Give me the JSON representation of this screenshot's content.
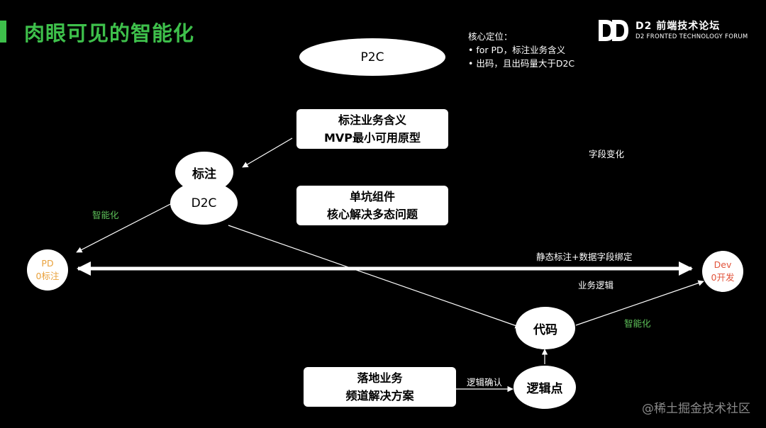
{
  "slide": {
    "title": "肉眼可见的智能化",
    "accent_color": "#3ec04b"
  },
  "logo": {
    "mark": "DD",
    "name": "D2 前端技术论坛",
    "subtitle": "D2 FRONTED TECHNOLOGY FORUM"
  },
  "core_position": {
    "heading": "核心定位：",
    "bullets": [
      "• for PD，标注业务含义",
      "• 出码，且出码量大于D2C"
    ]
  },
  "diagram": {
    "nodes": {
      "p2c": "P2C",
      "annotate": "标注",
      "d2c": "D2C",
      "code": "代码",
      "logic_point": "逻辑点"
    },
    "boxes": {
      "business_meaning": [
        "标注业务含义",
        "MVP最小可用原型"
      ],
      "single_slot": [
        "单坑组件",
        "核心解决多态问题"
      ],
      "landing": [
        "落地业务",
        "频道解决方案"
      ]
    },
    "endpoints": {
      "pd": {
        "name": "PD",
        "sub": "0标注",
        "color": "#e9a13b"
      },
      "dev": {
        "name": "Dev",
        "sub": "0开发",
        "color": "#e2543b"
      }
    },
    "labels": {
      "field_change": "字段变化",
      "static_binding": "静态标注+数据字段绑定",
      "business_logic": "业务逻辑",
      "logic_confirm": "逻辑确认",
      "smart_left": "智能化",
      "smart_right": "智能化"
    }
  },
  "watermark": "@稀土掘金技术社区"
}
